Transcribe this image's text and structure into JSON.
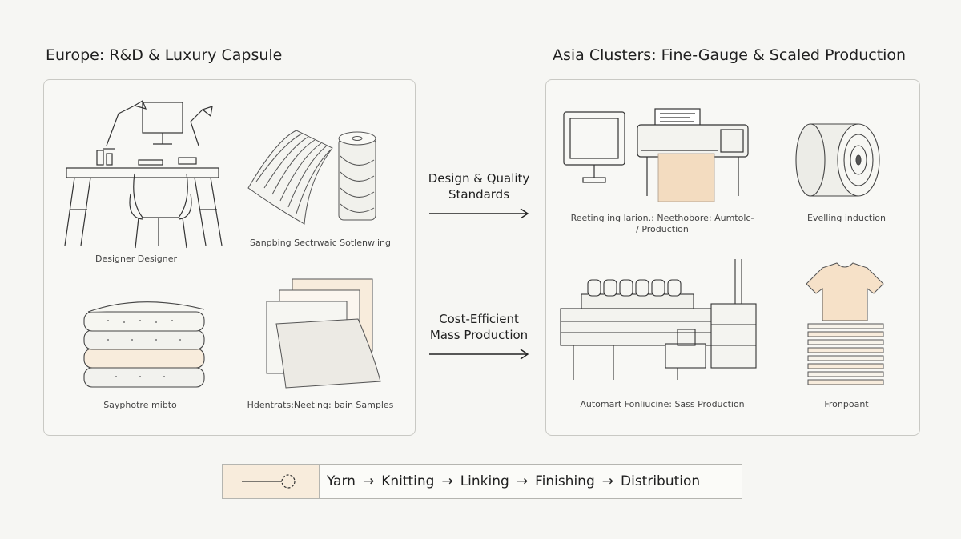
{
  "left": {
    "title": "Europe: R&D & Luxury Capsule",
    "captions": {
      "designer": "Designer Designer",
      "sampling": "Sanpbing Sectrwaic Sotlenwiing",
      "stack": "Sayphotre mibto",
      "samples": "Hdentrats:Neeting: bain Samples"
    }
  },
  "right": {
    "title": "Asia Clusters: Fine-Gauge & Scaled Production",
    "captions": {
      "printer_line1": "Reeting ing larion.: Neethobore: Aumtolc-",
      "printer_line2": "/ Production",
      "roll": "Evelling induction",
      "machine": "Automart Fonliucine: Sass Production",
      "garment": "Fronpoant"
    }
  },
  "middle": {
    "top_line1": "Design & Quality",
    "top_line2": "Standards",
    "bottom_line1": "Cost-Efficient",
    "bottom_line2": "Mass Production"
  },
  "flow": {
    "steps": [
      "Yarn",
      "Knitting",
      "Linking",
      "Finishing",
      "Distribution"
    ],
    "arrow": "→"
  },
  "colors": {
    "accent_peach": "#f3dcc0",
    "line": "#333333",
    "panel_border": "#c9c9c4"
  }
}
